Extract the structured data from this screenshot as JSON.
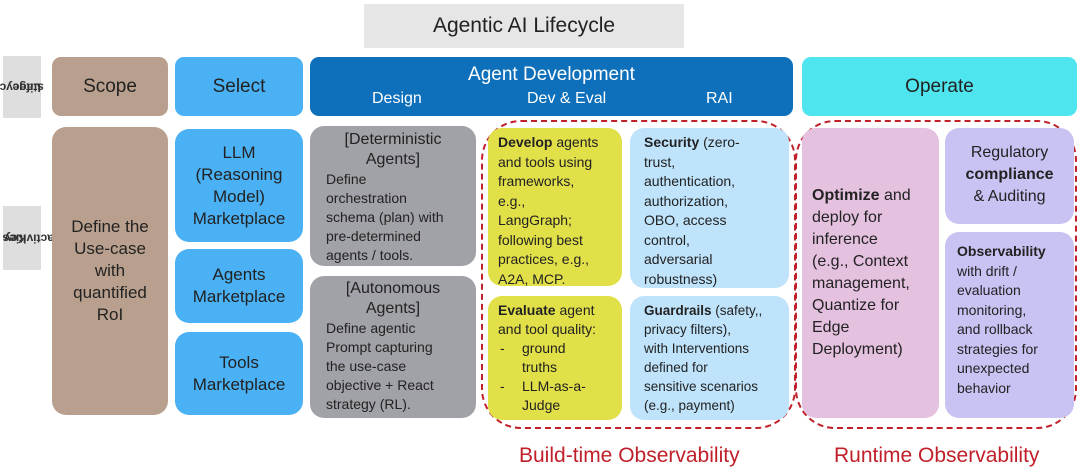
{
  "title": "Agentic AI Lifecycle",
  "side_labels": {
    "lifecycle": [
      "Lifecycle",
      "stage"
    ],
    "key": [
      "Key",
      "activities"
    ]
  },
  "stages": {
    "scope": "Scope",
    "select": "Select",
    "agent_dev": "Agent Development",
    "design": "Design",
    "dev_eval": "Dev & Eval",
    "rai": "RAI",
    "operate": "Operate"
  },
  "colors": {
    "scope": "#b9a08e",
    "select": "#4ab1f5",
    "agent_dev": "#0e6fba",
    "operate": "#4fe5ef",
    "design_box": "#a1a1a8",
    "dev_box": "#e2e048",
    "rai_box": "#bee3fb",
    "optimize_box": "#e5c1e0",
    "compliance_box": "#c9c3f3",
    "observability_border": "#c0202a"
  },
  "scope_text": [
    "Define the",
    "Use-case",
    "with",
    "quantified",
    "RoI"
  ],
  "select_boxes": [
    [
      "LLM",
      "(Reasoning",
      "Model)",
      "Marketplace"
    ],
    [
      "Agents",
      "Marketplace"
    ],
    [
      "Tools",
      "Marketplace"
    ]
  ],
  "design": {
    "deterministic_title": [
      "[Deterministic",
      "Agents]"
    ],
    "deterministic_text": [
      "Define",
      "orchestration",
      "schema (plan) with",
      "pre-determined",
      "agents / tools."
    ],
    "autonomous_title": [
      "[Autonomous",
      "Agents]"
    ],
    "autonomous_text": [
      "Define agentic",
      "Prompt capturing",
      "the use-case",
      "objective + React",
      "strategy (RL)."
    ]
  },
  "develop": {
    "bold": "Develop",
    "first_rest": " agents",
    "lines": [
      "and tools using",
      "frameworks,",
      "e.g.,",
      "LangGraph;",
      "following best",
      "practices, e.g.,",
      "A2A, MCP."
    ]
  },
  "evaluate": {
    "bold": "Evaluate",
    "first_rest": " agent",
    "line2": "and tool quality:",
    "items": [
      [
        "ground",
        "truths"
      ],
      [
        "LLM-as-a-",
        "Judge"
      ]
    ]
  },
  "security": {
    "bold": "Security",
    "first_rest": " (zero-",
    "lines": [
      "trust,",
      "authentication,",
      "authorization,",
      "OBO, access",
      "control,",
      "adversarial",
      "robustness)"
    ]
  },
  "guardrails": {
    "bold": "Guardrails",
    "first_rest": " (safety,,",
    "lines": [
      "privacy filters),",
      "with Interventions",
      "defined for",
      "sensitive scenarios",
      "(e.g., payment)"
    ]
  },
  "optimize": {
    "bold": "Optimize",
    "first_rest": " and",
    "lines": [
      "deploy for",
      "inference",
      "(e.g., Context",
      "management,",
      "Quantize for",
      "Edge",
      "Deployment)"
    ]
  },
  "compliance": {
    "line1": "Regulatory",
    "bold": "compliance",
    "line3": "& Auditing"
  },
  "observability": {
    "bold": "Observability",
    "lines": [
      "with drift /",
      "evaluation",
      "monitoring,",
      "and rollback",
      "strategies for",
      "unexpected",
      "behavior"
    ]
  },
  "build_time": "Build-time Observability",
  "runtime": "Runtime Observability"
}
